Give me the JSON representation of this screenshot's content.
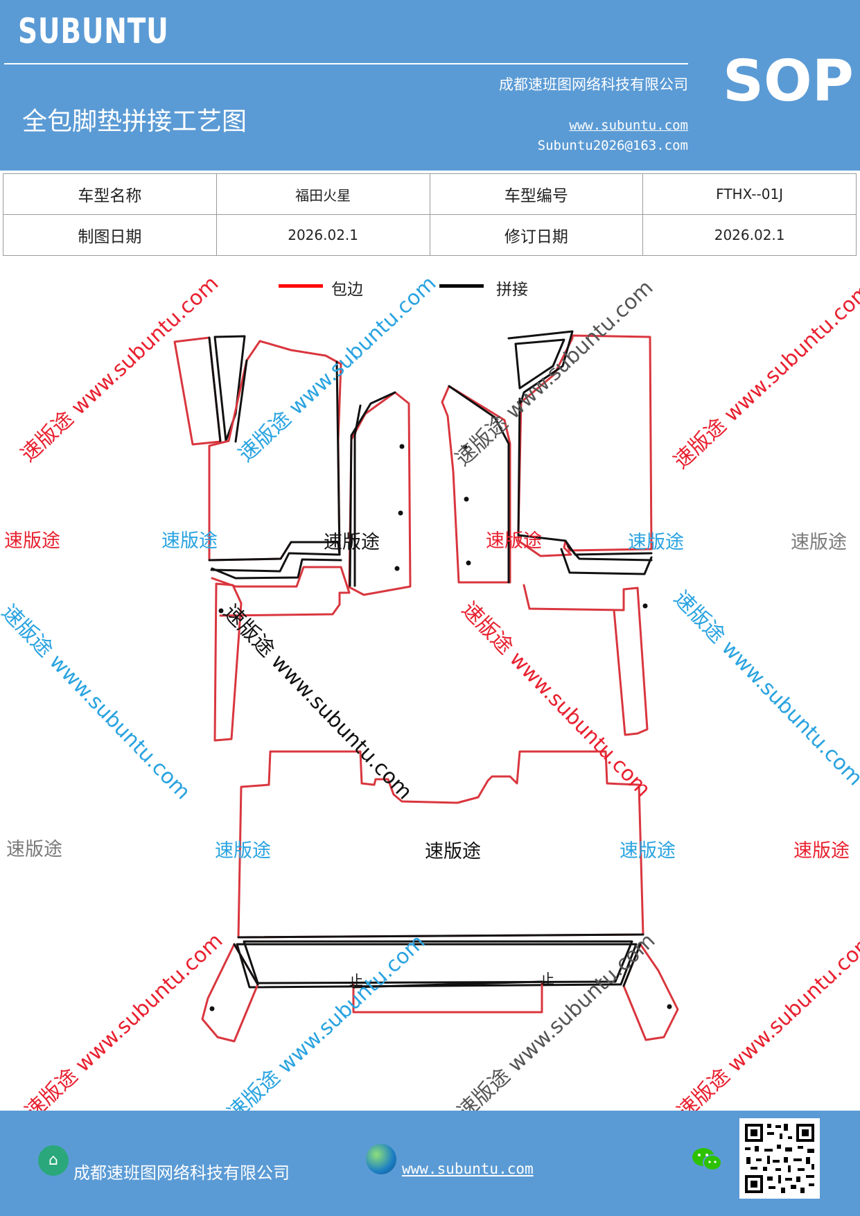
{
  "header": {
    "brand": "SUBUNTU",
    "company": "成都速班图网络科技有限公司",
    "title": "全包脚垫拼接工艺图",
    "website": "www.subuntu.com",
    "email": "Subuntu2026@163.com",
    "badge": "SOP"
  },
  "info_table": {
    "rows": [
      [
        {
          "text": "车型名称",
          "kind": "label"
        },
        {
          "text": "福田火星",
          "kind": "value"
        },
        {
          "text": "车型编号",
          "kind": "label"
        },
        {
          "text": "FTHX--01J",
          "kind": "value"
        }
      ],
      [
        {
          "text": "制图日期",
          "kind": "label"
        },
        {
          "text": "2026.02.1",
          "kind": "value"
        },
        {
          "text": "修订日期",
          "kind": "label"
        },
        {
          "text": "2026.02.1",
          "kind": "value"
        }
      ]
    ]
  },
  "legend": [
    {
      "label": "包边",
      "color": "#ff0000"
    },
    {
      "label": "拼接",
      "color": "#000000"
    }
  ],
  "colors": {
    "header_bg": "#5b9bd5",
    "binding_line": "#d9363e",
    "seam_line": "#111111",
    "wm_red": "#e8202f",
    "wm_blue": "#29a3e0",
    "wm_gray": "#7a7a7a"
  },
  "watermarks": {
    "brand": "速版途",
    "diagonal": "速版途 www.subuntu.com",
    "marks": [
      "止",
      "止"
    ]
  },
  "footer": {
    "company": "成都速班图网络科技有限公司",
    "website": "www.subuntu.com",
    "icons": [
      "home-icon",
      "globe-icon",
      "wechat-icon",
      "qr-code"
    ]
  }
}
